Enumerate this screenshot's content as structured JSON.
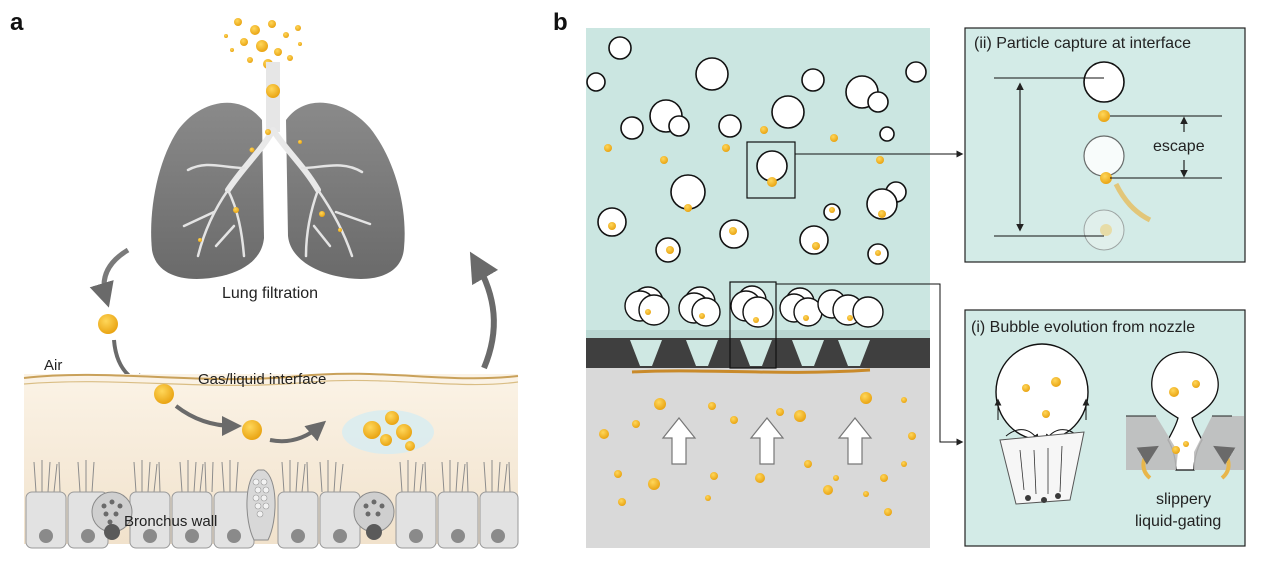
{
  "panel_a": {
    "letter": "a",
    "labels": {
      "lung": "Lung filtration",
      "air": "Air",
      "interface": "Gas/liquid interface",
      "wall": "Bronchus wall"
    }
  },
  "panel_b": {
    "letter": "b",
    "inset_top": {
      "title": "(ii) Particle capture at interface",
      "escape": "escape"
    },
    "inset_bottom": {
      "title": "(i) Bubble evolution from nozzle",
      "gate_line1": "slippery",
      "gate_line2": "liquid-gating"
    }
  },
  "colors": {
    "particle": "#f2b321",
    "liquid": "#cbe6e1",
    "gas_below": "#d7d7d7",
    "lung": "#707070",
    "arrow": "#6a6a6a"
  }
}
